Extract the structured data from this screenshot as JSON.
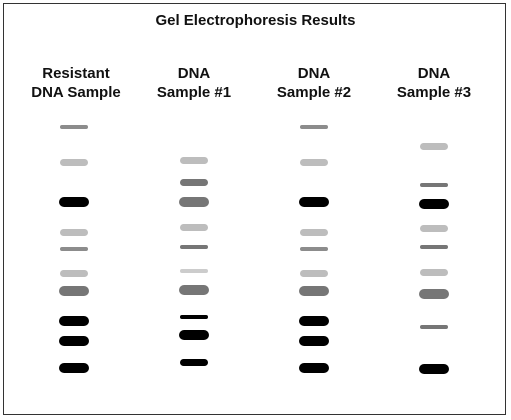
{
  "figure": {
    "title": "Gel Electrophoresis Results"
  },
  "colors": {
    "black": "#000000",
    "dark_gray": "#767676",
    "mid_gray": "#8c8c8c",
    "light_gray": "#bdbdbd",
    "lighter_gray": "#cccccc"
  },
  "lanes": [
    {
      "label_line1": "Resistant",
      "label_line2": "DNA Sample",
      "bands": [
        {
          "shade": "mid_gray",
          "weight": "thin"
        },
        {
          "shade": "light_gray",
          "weight": "medium"
        },
        {
          "shade": "black",
          "weight": "thick"
        },
        {
          "shade": "light_gray",
          "weight": "medium"
        },
        {
          "shade": "mid_gray",
          "weight": "thin"
        },
        {
          "shade": "light_gray",
          "weight": "medium"
        },
        {
          "shade": "dark_gray",
          "weight": "thick"
        },
        {
          "shade": "black",
          "weight": "thick"
        },
        {
          "shade": "black",
          "weight": "thick"
        },
        {
          "shade": "black",
          "weight": "thick"
        }
      ]
    },
    {
      "label_line1": "DNA",
      "label_line2": "Sample #1",
      "bands": [
        {
          "shade": "light_gray",
          "weight": "medium"
        },
        {
          "shade": "dark_gray",
          "weight": "medium"
        },
        {
          "shade": "dark_gray",
          "weight": "thick"
        },
        {
          "shade": "light_gray",
          "weight": "medium"
        },
        {
          "shade": "dark_gray",
          "weight": "thin"
        },
        {
          "shade": "lighter_gray",
          "weight": "thin"
        },
        {
          "shade": "dark_gray",
          "weight": "thick"
        },
        {
          "shade": "black",
          "weight": "thin"
        },
        {
          "shade": "black",
          "weight": "thick"
        },
        {
          "shade": "black",
          "weight": "medium"
        }
      ]
    },
    {
      "label_line1": "DNA",
      "label_line2": "Sample #2",
      "bands": [
        {
          "shade": "mid_gray",
          "weight": "thin"
        },
        {
          "shade": "light_gray",
          "weight": "medium"
        },
        {
          "shade": "black",
          "weight": "thick"
        },
        {
          "shade": "light_gray",
          "weight": "medium"
        },
        {
          "shade": "mid_gray",
          "weight": "thin"
        },
        {
          "shade": "light_gray",
          "weight": "medium"
        },
        {
          "shade": "dark_gray",
          "weight": "thick"
        },
        {
          "shade": "black",
          "weight": "thick"
        },
        {
          "shade": "black",
          "weight": "thick"
        },
        {
          "shade": "black",
          "weight": "thick"
        }
      ]
    },
    {
      "label_line1": "DNA",
      "label_line2": "Sample #3",
      "bands": [
        {
          "shade": "light_gray",
          "weight": "medium"
        },
        {
          "shade": "dark_gray",
          "weight": "thin"
        },
        {
          "shade": "black",
          "weight": "thick"
        },
        {
          "shade": "light_gray",
          "weight": "medium"
        },
        {
          "shade": "dark_gray",
          "weight": "thin"
        },
        {
          "shade": "light_gray",
          "weight": "medium"
        },
        {
          "shade": "dark_gray",
          "weight": "thick"
        },
        {
          "shade": "dark_gray",
          "weight": "thin"
        },
        {
          "shade": "black",
          "weight": "thick"
        }
      ]
    }
  ]
}
